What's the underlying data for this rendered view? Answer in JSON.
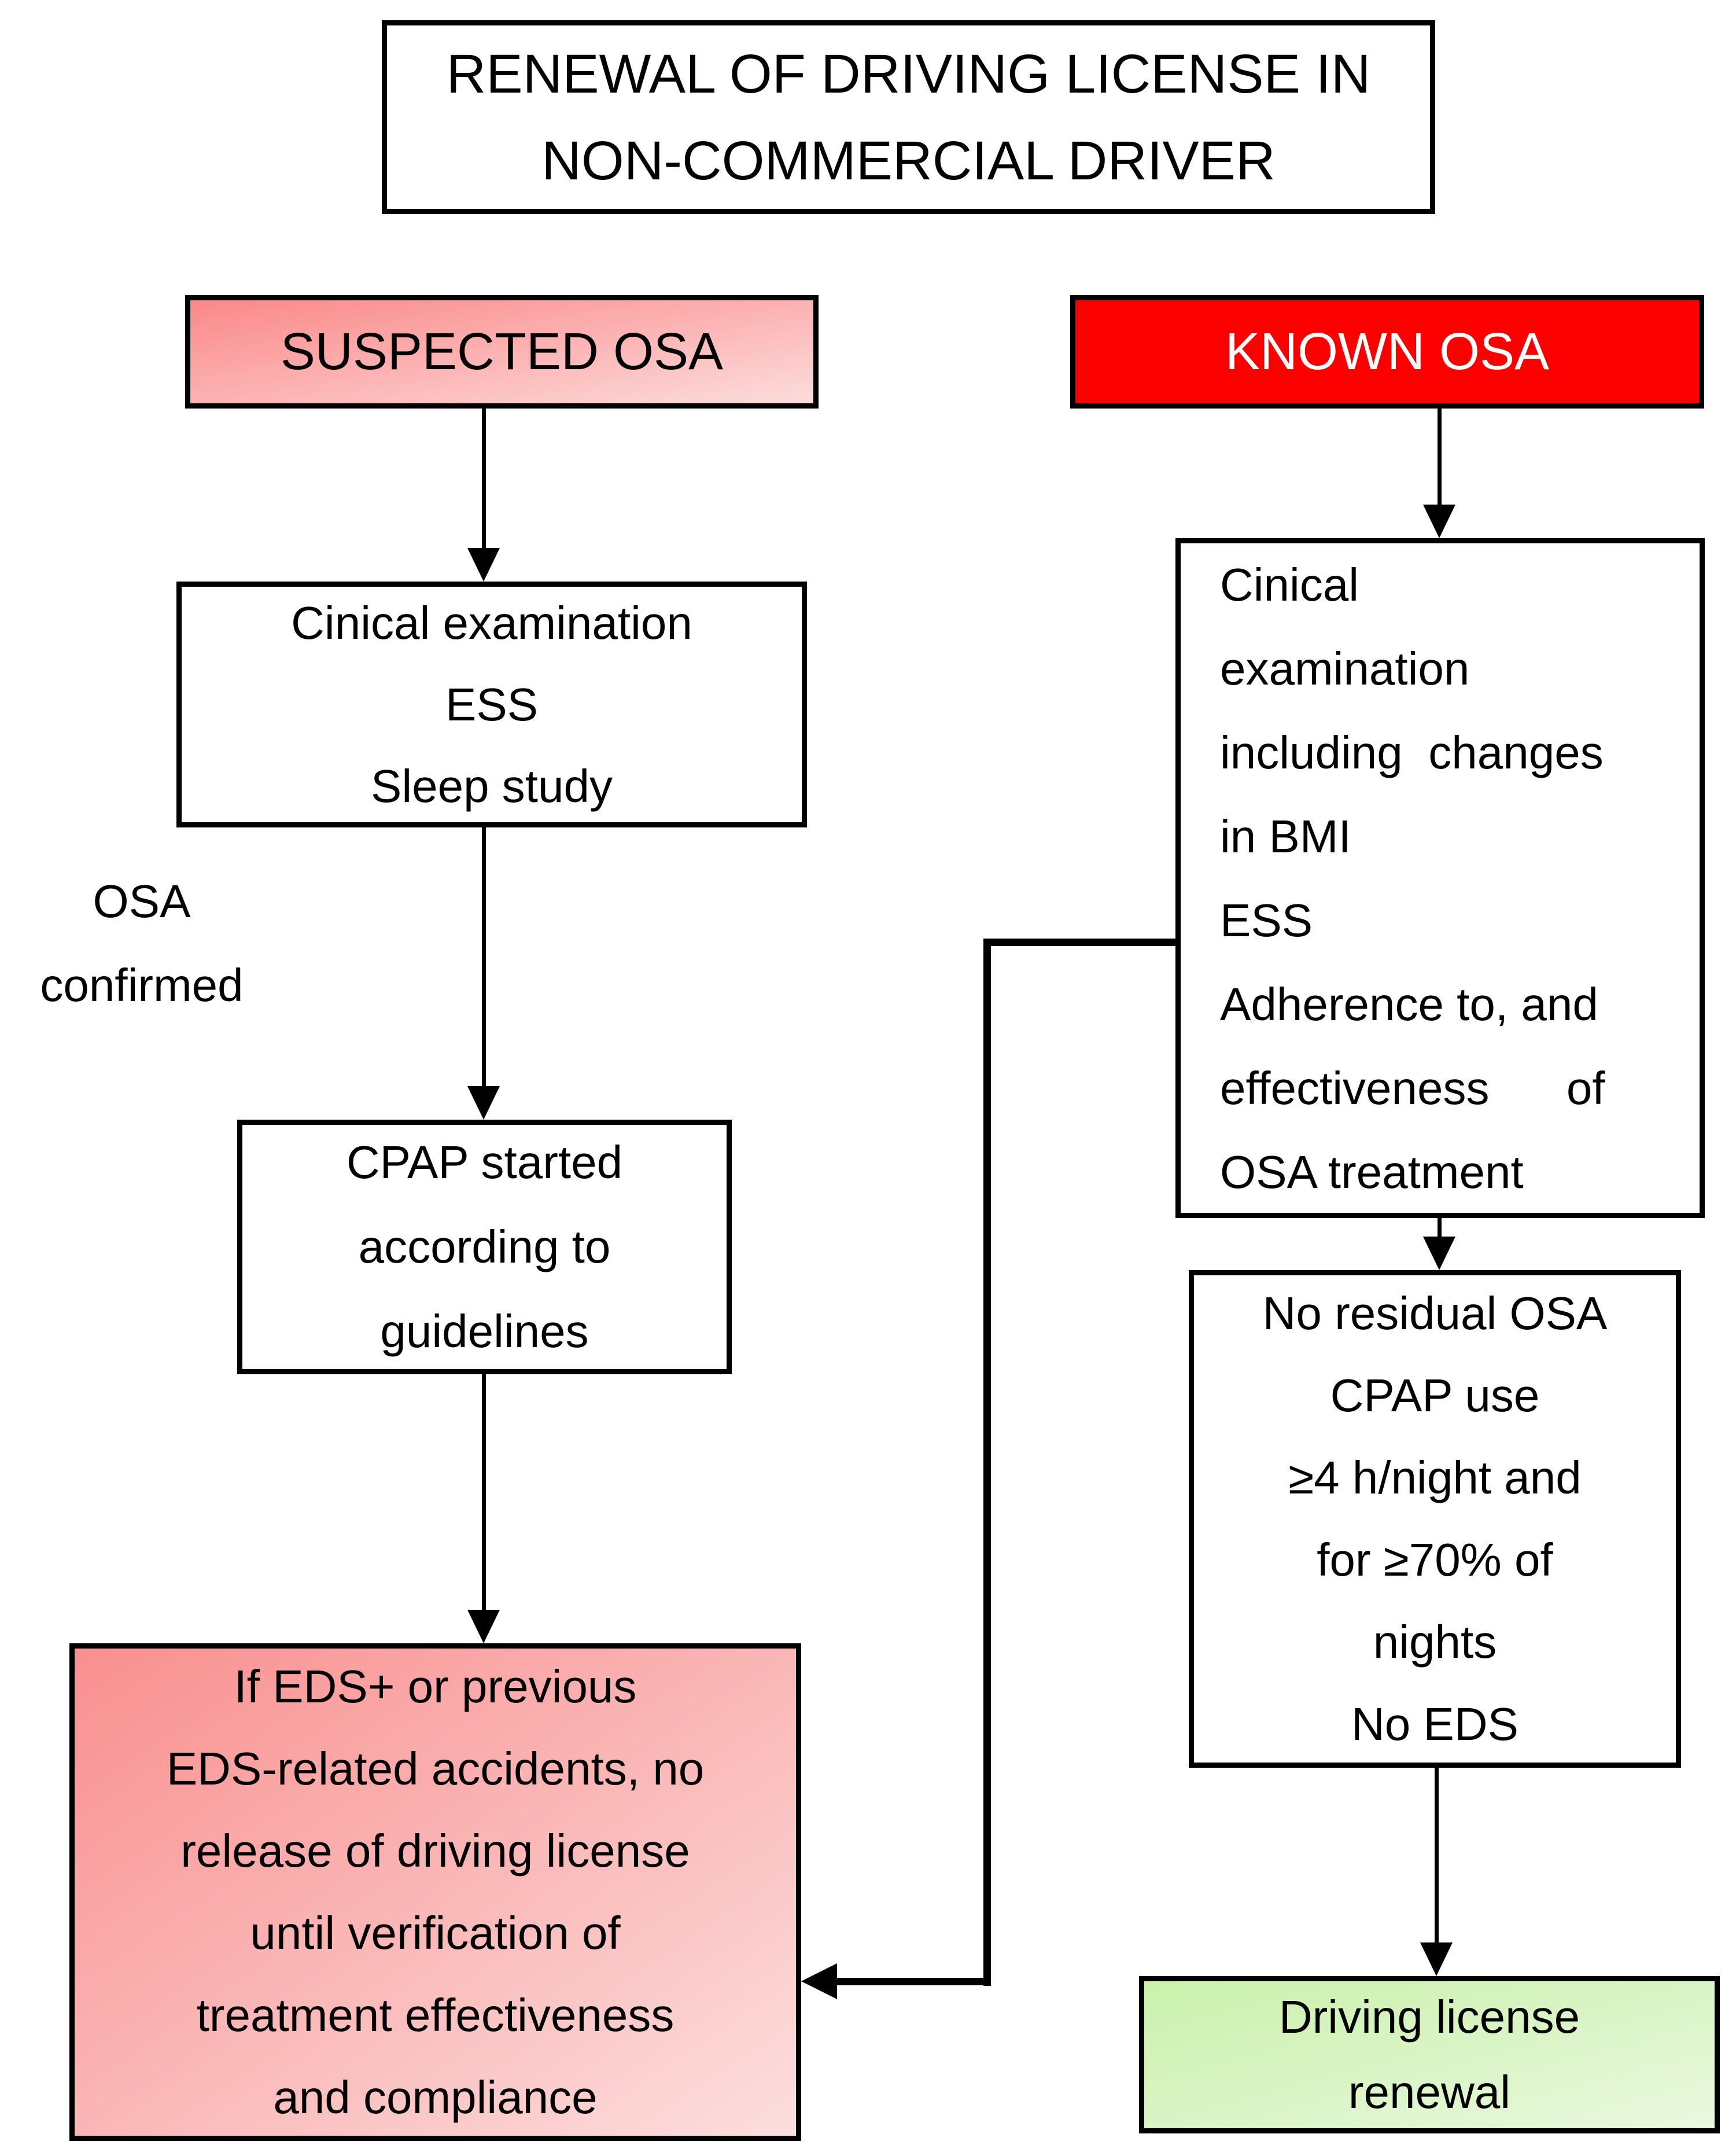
{
  "diagram": {
    "title": "RENEWAL OF DRIVING LICENSE IN\nNON-COMMERCIAL DRIVER",
    "left_branch": {
      "header": "SUSPECTED OSA",
      "exam_box": "Cinical examination\nESS\nSleep study",
      "side_label": "OSA\nconfirmed",
      "cpap_box": "CPAP started\naccording to\nguidelines",
      "outcome_box": "If EDS+ or previous\nEDS-related accidents, no\nrelease of driving license\nuntil verification of\ntreatment effectiveness\nand compliance"
    },
    "right_branch": {
      "header": "KNOWN OSA",
      "exam_box": "Cinical\nexamination\nincluding  changes\nin BMI\nESS\nAdherence to, and\neffectiveness      of\nOSA treatment",
      "criteria_box": "No residual OSA\nCPAP use\n≥4 h/night and\nfor ≥70% of\nnights\nNo EDS",
      "outcome_box": "Driving license\nrenewal"
    },
    "colors": {
      "known_osa_fill": "#fc0000",
      "known_osa_text": "#ffffff",
      "suspected_fill_start": "#fb8888",
      "suspected_fill_end": "#fcdcdc",
      "outcome_red_start": "#f98f8f",
      "outcome_red_end": "#fcdede",
      "outcome_green_start": "#caf1ac",
      "outcome_green_end": "#e9f8de",
      "line_color": "#000000",
      "background": "#ffffff"
    }
  }
}
